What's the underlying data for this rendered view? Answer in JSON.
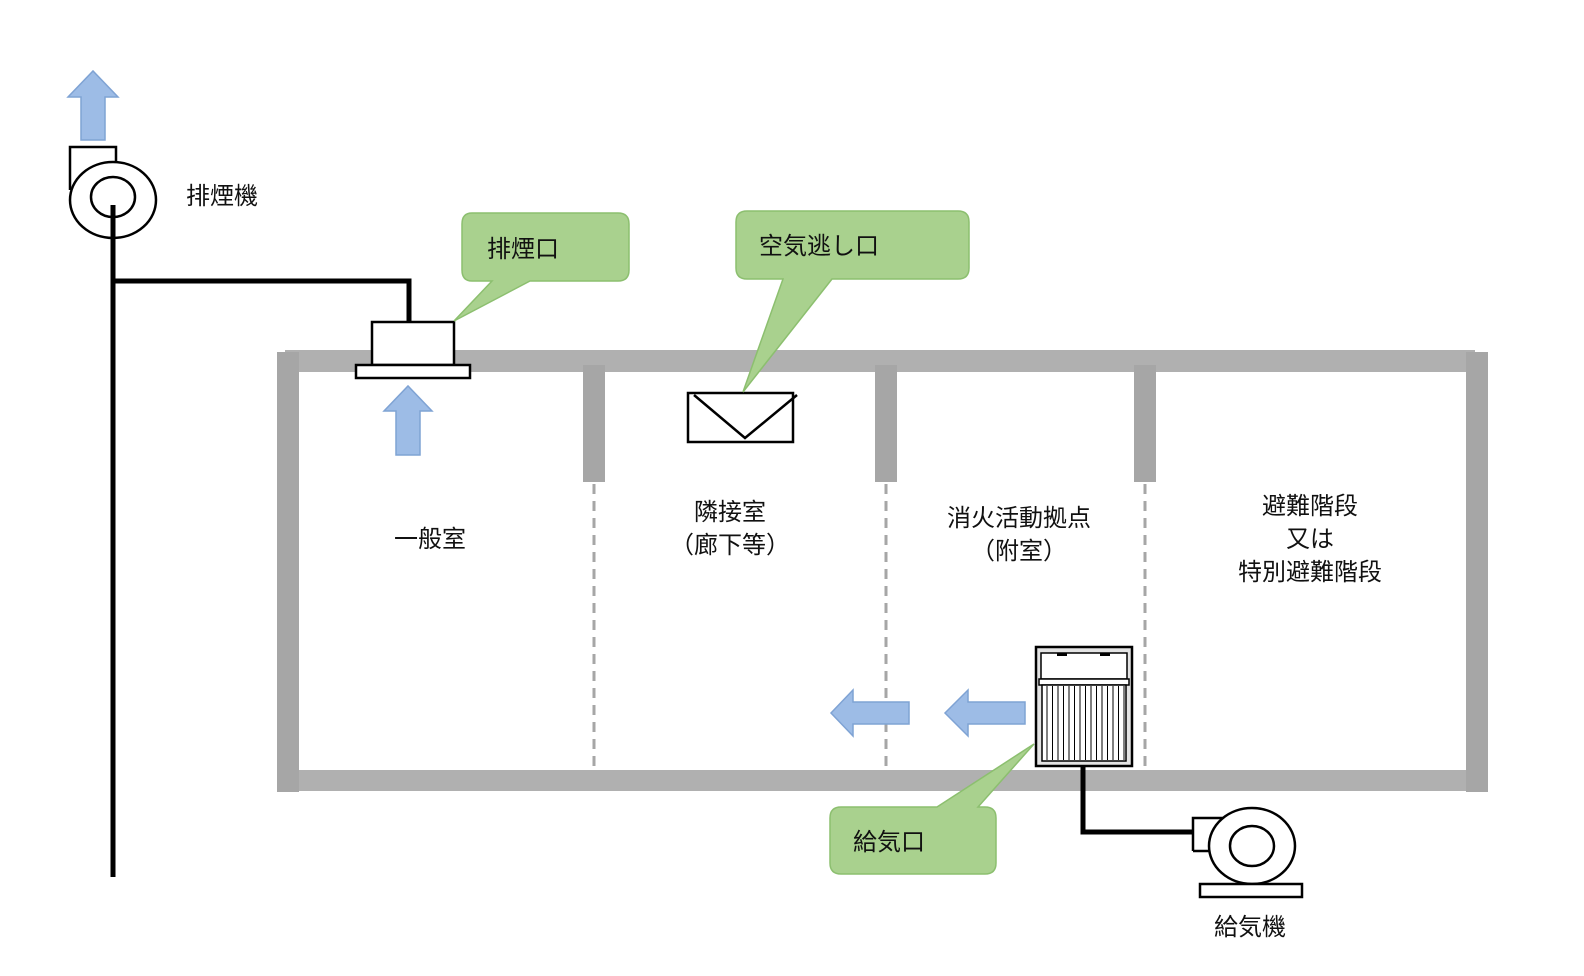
{
  "colors": {
    "wall": "#adadad",
    "partition": "#a6a6a6",
    "dashed": "#a6a6a6",
    "duct": "#000000",
    "arrow_fill": "#9dbce6",
    "arrow_stroke": "#7fa3d4",
    "callout_fill": "#a9d18e",
    "callout_stroke": "#8cbf6f"
  },
  "equipment": {
    "exhaust_fan": {
      "label": "排煙機",
      "icon": "exhaust-fan-icon"
    },
    "supply_fan": {
      "label": "給気機",
      "icon": "supply-fan-icon"
    }
  },
  "callouts": [
    {
      "id": "smoke-exhaust-outlet",
      "label": "排煙口"
    },
    {
      "id": "air-relief-outlet",
      "label": "空気逃し口"
    },
    {
      "id": "air-supply-outlet",
      "label": "給気口"
    }
  ],
  "rooms": [
    {
      "id": "general-room",
      "lines": [
        "一般室"
      ]
    },
    {
      "id": "adjacent-room",
      "lines": [
        "隣接室",
        "（廊下等）"
      ]
    },
    {
      "id": "firefighting-base",
      "lines": [
        "消火活動拠点",
        "（附室）"
      ]
    },
    {
      "id": "evacuation-stairs",
      "lines": [
        "避難階段",
        "又は",
        "特別避難階段"
      ]
    }
  ],
  "airflow": [
    {
      "id": "exhaust-up",
      "direction": "up"
    },
    {
      "id": "room-up",
      "direction": "up"
    },
    {
      "id": "supply-left-1",
      "direction": "left"
    },
    {
      "id": "supply-left-2",
      "direction": "left"
    }
  ]
}
